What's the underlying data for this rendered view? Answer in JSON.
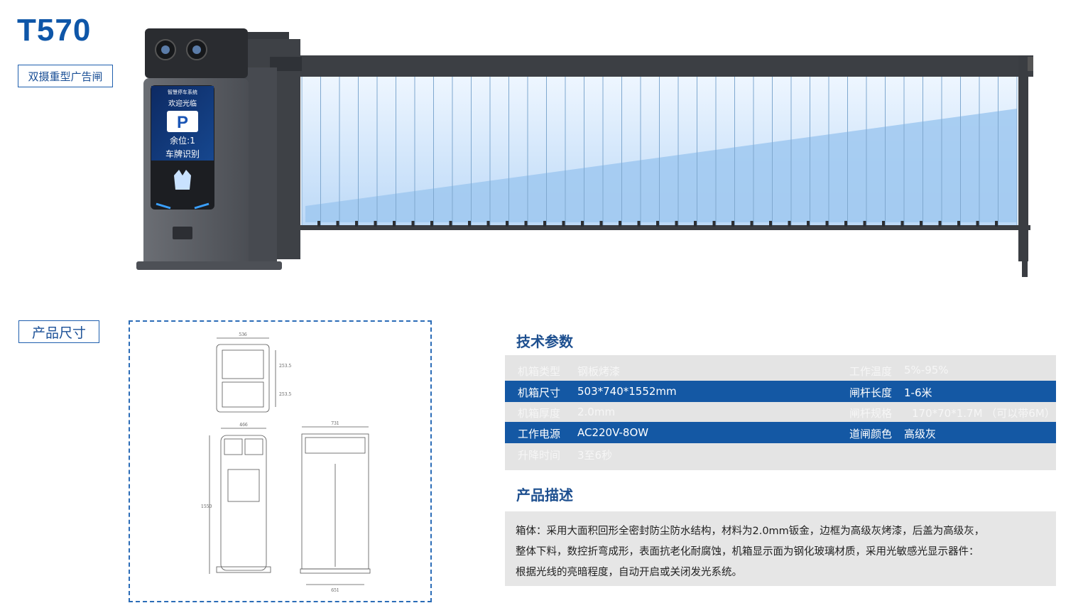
{
  "header": {
    "model": "T570",
    "subtitle": "双摄重型广告闸"
  },
  "screen": {
    "system_title": "智慧停车系统",
    "welcome": "欢迎光临",
    "parking_symbol": "P",
    "spaces": "余位:1",
    "mode": "车牌识别"
  },
  "dimensions": {
    "label": "产品尺寸",
    "top_width": "536",
    "side_upper": "253.5",
    "side_lower": "253.5",
    "front_width": "466",
    "front_height": "1550",
    "right_top_width": "731",
    "right_bottom_width": "651"
  },
  "specs": {
    "title": "技术参数",
    "rows": [
      {
        "k1": "机箱类型",
        "v1": "钢板烤漆",
        "k2": "工作温度",
        "v2": "5%-95%"
      },
      {
        "k1": "机箱尺寸",
        "v1": "503*740*1552mm",
        "k2": "闸杆长度",
        "v2": "1-6米"
      },
      {
        "k1": "机箱厚度",
        "v1": "2.0mm",
        "k2": "闸杆规格",
        "v2": "170*70*1.7M （可以带6M）"
      },
      {
        "k1": "工作电源",
        "v1": "AC220V-8OW",
        "k2": "道闸颜色",
        "v2": "高级灰"
      },
      {
        "k1": "升降时间",
        "v1": "3至6秒",
        "k2": "",
        "v2": ""
      }
    ]
  },
  "description": {
    "title": "产品描述",
    "lines": [
      "箱体：采用大面积回形全密封防尘防水结构，材料为2.0mm钣金，边框为高级灰烤漆，后盖为高级灰，",
      "整体下料，数控折弯成形，表面抗老化耐腐蚀，机箱显示面为钢化玻璃材质，采用光敏感光显示器件：",
      "根据光线的亮暗程度，自动开启或关闭发光系统。"
    ]
  },
  "colors": {
    "brand_blue": "#0e56a8",
    "row_blue": "#1458a4",
    "table_gray": "#e4e4e4",
    "cabinet_gray": "#5a5d63"
  }
}
